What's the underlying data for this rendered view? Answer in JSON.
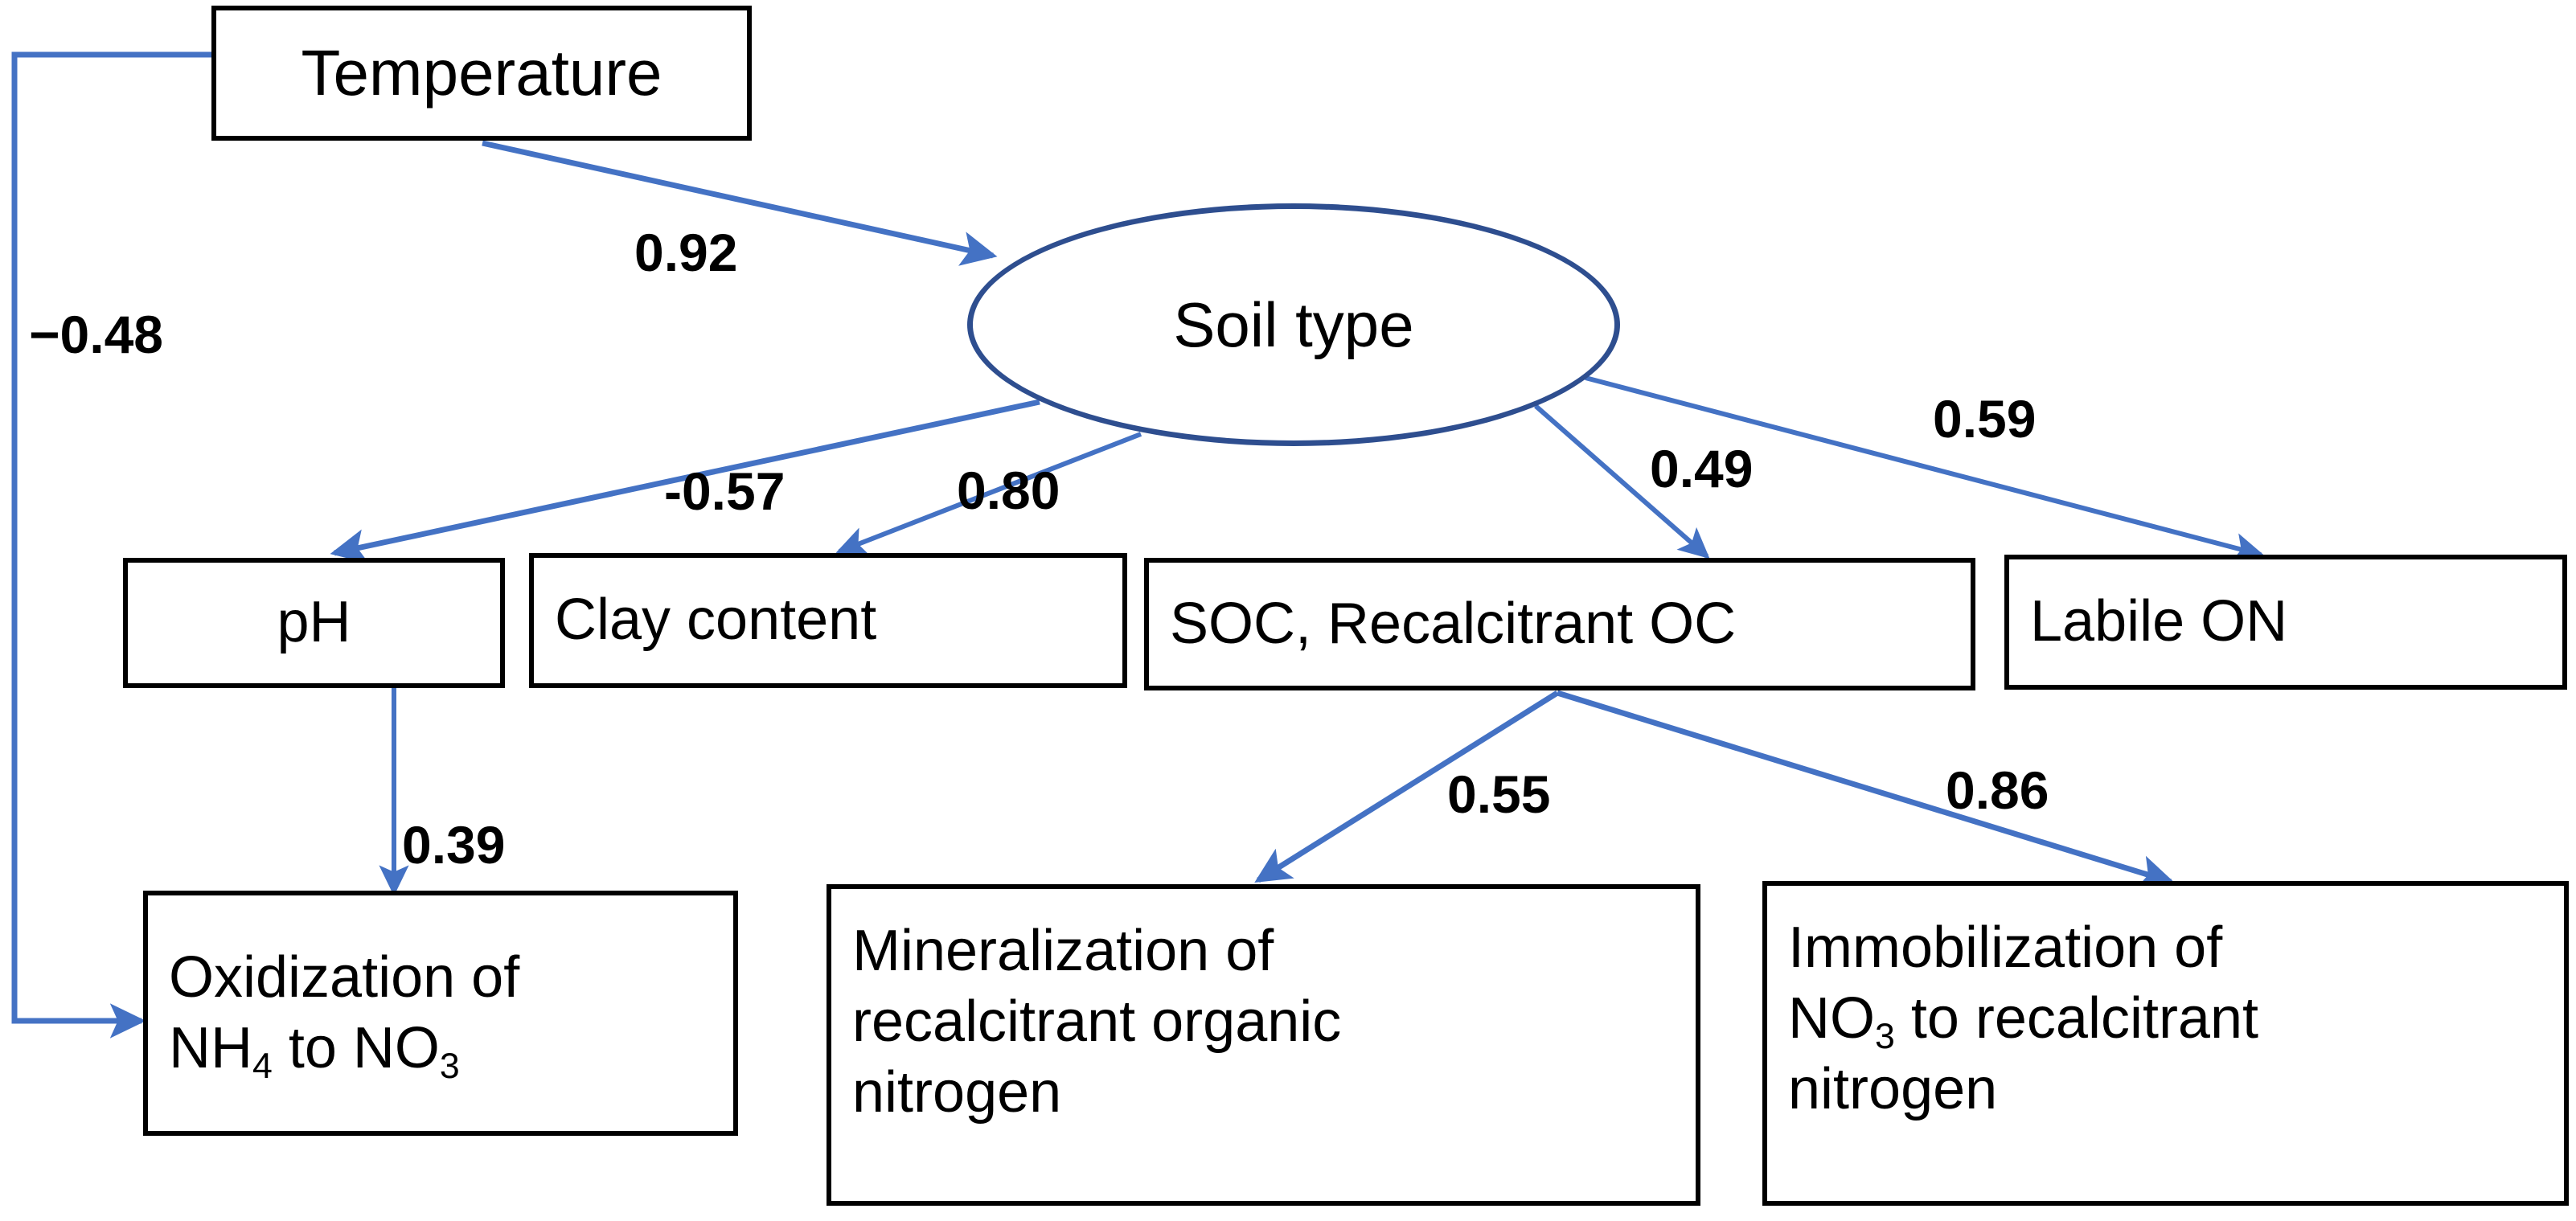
{
  "diagram": {
    "title": "Soil nitrogen process path diagram",
    "colors": {
      "arrow": "#4472C4",
      "ellipse_stroke": "#2E4E8F",
      "box_stroke": "#000000",
      "text": "#000000",
      "background": "#FFFFFF"
    },
    "nodes": [
      {
        "id": "temperature",
        "label": "Temperature",
        "shape": "box"
      },
      {
        "id": "soil-type",
        "label": "Soil type",
        "shape": "ellipse"
      },
      {
        "id": "ph",
        "label": "pH",
        "shape": "box"
      },
      {
        "id": "clay-content",
        "label": "Clay content",
        "shape": "box"
      },
      {
        "id": "soc",
        "label": "SOC, Recalcitrant OC",
        "shape": "box"
      },
      {
        "id": "labile-on",
        "label": "Labile ON",
        "shape": "box"
      },
      {
        "id": "oxidization",
        "label": "Oxidization of NH4 to NO3",
        "line1": "Oxidization of",
        "line2a": "NH",
        "sub2a": "4",
        "line2b": " to NO",
        "sub2b": "3",
        "shape": "box"
      },
      {
        "id": "mineralization",
        "label": "Mineralization of recalcitrant organic nitrogen",
        "shape": "box"
      },
      {
        "id": "immobilization",
        "label": "Immobilization of NO3 to recalcitrant nitrogen",
        "line1": "Immobilization of",
        "line2a": "NO",
        "sub2a": "3",
        "line2b": " to recalcitrant",
        "line3": "nitrogen",
        "shape": "box"
      }
    ],
    "edges": [
      {
        "id": "temperature-to-oxidization",
        "from": "temperature",
        "to": "oxidization",
        "coefficient": "−0.48"
      },
      {
        "id": "temperature-to-soil-type",
        "from": "temperature",
        "to": "soil-type",
        "coefficient": "0.92"
      },
      {
        "id": "soil-type-to-ph",
        "from": "soil-type",
        "to": "ph",
        "coefficient": "-0.57"
      },
      {
        "id": "soil-type-to-clay",
        "from": "soil-type",
        "to": "clay-content",
        "coefficient": "0.80"
      },
      {
        "id": "soil-type-to-soc",
        "from": "soil-type",
        "to": "soc",
        "coefficient": "0.49"
      },
      {
        "id": "soil-type-to-labile-on",
        "from": "soil-type",
        "to": "labile-on",
        "coefficient": "0.59"
      },
      {
        "id": "ph-to-oxidization",
        "from": "ph",
        "to": "oxidization",
        "coefficient": "0.39"
      },
      {
        "id": "soc-to-mineralization",
        "from": "soc",
        "to": "mineralization",
        "coefficient": "0.55"
      },
      {
        "id": "soc-to-immobilization",
        "from": "soc",
        "to": "immobilization",
        "coefficient": "0.86"
      }
    ],
    "labels": {
      "temperature": "Temperature",
      "soil_type": "Soil type",
      "ph": "pH",
      "clay_content": "Clay content",
      "soc": "SOC, Recalcitrant OC",
      "labile_on": "Labile ON",
      "oxidization_line1": "Oxidization of",
      "oxidization_nh": "NH",
      "oxidization_nh_sub": "4",
      "oxidization_to": " to NO",
      "oxidization_no_sub": "3",
      "mineralization_line1": "Mineralization of",
      "mineralization_line2": "recalcitrant organic",
      "mineralization_line3": "nitrogen",
      "immobilization_line1": "Immobilization of",
      "immobilization_no": "NO",
      "immobilization_no_sub": "3",
      "immobilization_to": " to recalcitrant",
      "immobilization_line3": "nitrogen",
      "coef_neg048": "−0.48",
      "coef_092": "0.92",
      "coef_neg057": "-0.57",
      "coef_080": "0.80",
      "coef_049": "0.49",
      "coef_059": "0.59",
      "coef_039": "0.39",
      "coef_055": "0.55",
      "coef_086": "0.86"
    }
  }
}
